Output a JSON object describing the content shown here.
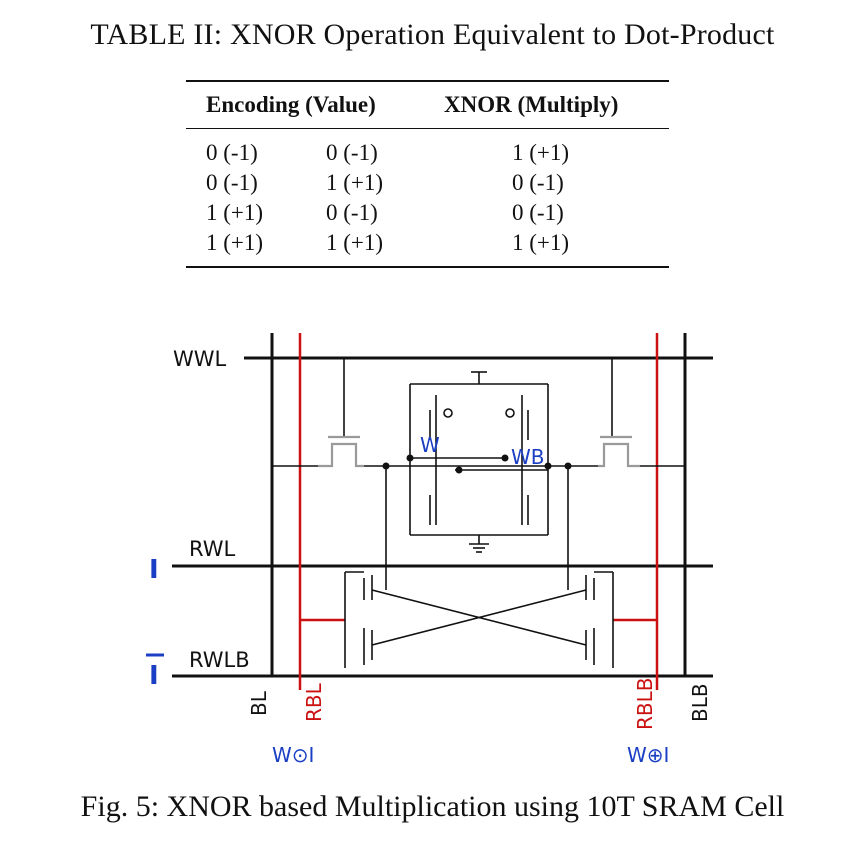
{
  "table": {
    "title": "TABLE II: XNOR Operation Equivalent to Dot-Product",
    "headers": {
      "encoding": "Encoding (Value)",
      "xnor": "XNOR (Multiply)"
    },
    "rows": [
      {
        "a": "0 (-1)",
        "b": "0 (-1)",
        "out": "1 (+1)"
      },
      {
        "a": "0 (-1)",
        "b": "1 (+1)",
        "out": "0 (-1)"
      },
      {
        "a": "1 (+1)",
        "b": "0 (-1)",
        "out": "0 (-1)"
      },
      {
        "a": "1 (+1)",
        "b": "1 (+1)",
        "out": "1 (+1)"
      }
    ]
  },
  "figure": {
    "labels": {
      "wwl": "WWL",
      "rwl": "RWL",
      "rwlb": "RWLB",
      "bl": "BL",
      "rbl": "RBL",
      "rblb": "RBLB",
      "blb": "BLB",
      "w": "W",
      "wb": "WB",
      "input_i": "I",
      "input_ib": "I",
      "out_left": "W⊙I",
      "out_right": "W⊕I"
    },
    "colors": {
      "wire": "#111111",
      "read_bitline": "#cc1111",
      "access": "#9a9a9a",
      "signal_text": "#1a3fc4"
    },
    "caption": "Fig. 5: XNOR based Multiplication using 10T SRAM Cell"
  }
}
